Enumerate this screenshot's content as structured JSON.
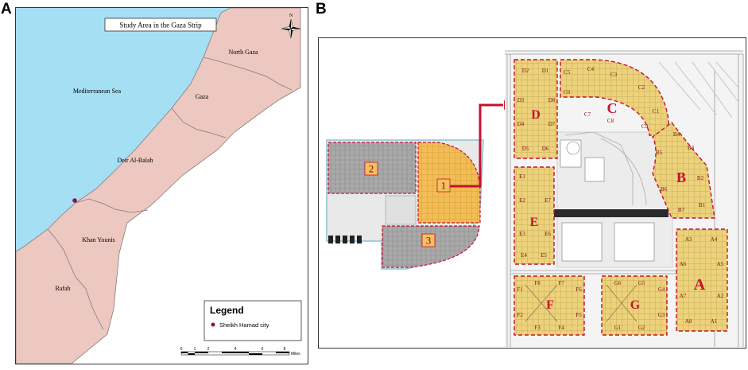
{
  "panels": {
    "a_label": "A",
    "b_label": "B"
  },
  "map_a": {
    "title": "Study Area in the Gaza Strip",
    "north_label": "N",
    "sea_label": "Mediterranean Sea",
    "regions": [
      "North Gaza",
      "Gaza",
      "Deir Al-Balah",
      "Khan Younis",
      "Rafah"
    ],
    "legend": {
      "title": "Legend",
      "items": [
        {
          "label": "Sheikh Hamad city",
          "color": "#8a1538"
        }
      ]
    },
    "scale": {
      "ticks": [
        "0",
        "1",
        "2",
        "4",
        "6",
        "8"
      ],
      "unit": "Miles"
    },
    "colors": {
      "sea": "#a5dff4",
      "land": "#ecc8c1",
      "border": "#8a7a78",
      "point": "#8a1538"
    }
  },
  "map_b": {
    "zones": [
      "1",
      "2",
      "3"
    ],
    "blocks": [
      {
        "label": "A",
        "lots": [
          "A3",
          "A4",
          "A6",
          "A5",
          "A7",
          "A2",
          "A8",
          "A1"
        ]
      },
      {
        "label": "B",
        "lots": [
          "B4",
          "B3",
          "B5",
          "B2",
          "B6",
          "B7",
          "B1"
        ]
      },
      {
        "label": "C",
        "lots": [
          "C4",
          "C3",
          "C5",
          "C2",
          "C6",
          "C1",
          "C7",
          "C8",
          "C9"
        ]
      },
      {
        "label": "D",
        "lots": [
          "D2",
          "D1",
          "D3",
          "D8",
          "D4",
          "D7",
          "D5",
          "D6"
        ]
      },
      {
        "label": "E",
        "lots": [
          "E1",
          "E2",
          "E7",
          "E3",
          "E6",
          "E4",
          "E5"
        ]
      },
      {
        "label": "F",
        "lots": [
          "F8",
          "F7",
          "F1",
          "F6",
          "F2",
          "F5",
          "F3",
          "F4"
        ]
      },
      {
        "label": "G",
        "lots": [
          "G6",
          "G5",
          "G4",
          "G3",
          "G1",
          "G2"
        ]
      }
    ],
    "colors": {
      "block": "#ecd27a",
      "dash": "#c8102e",
      "arrow": "#c8102e",
      "zone_fill": "#f2b84b",
      "gray": "#a3a3a3"
    }
  }
}
